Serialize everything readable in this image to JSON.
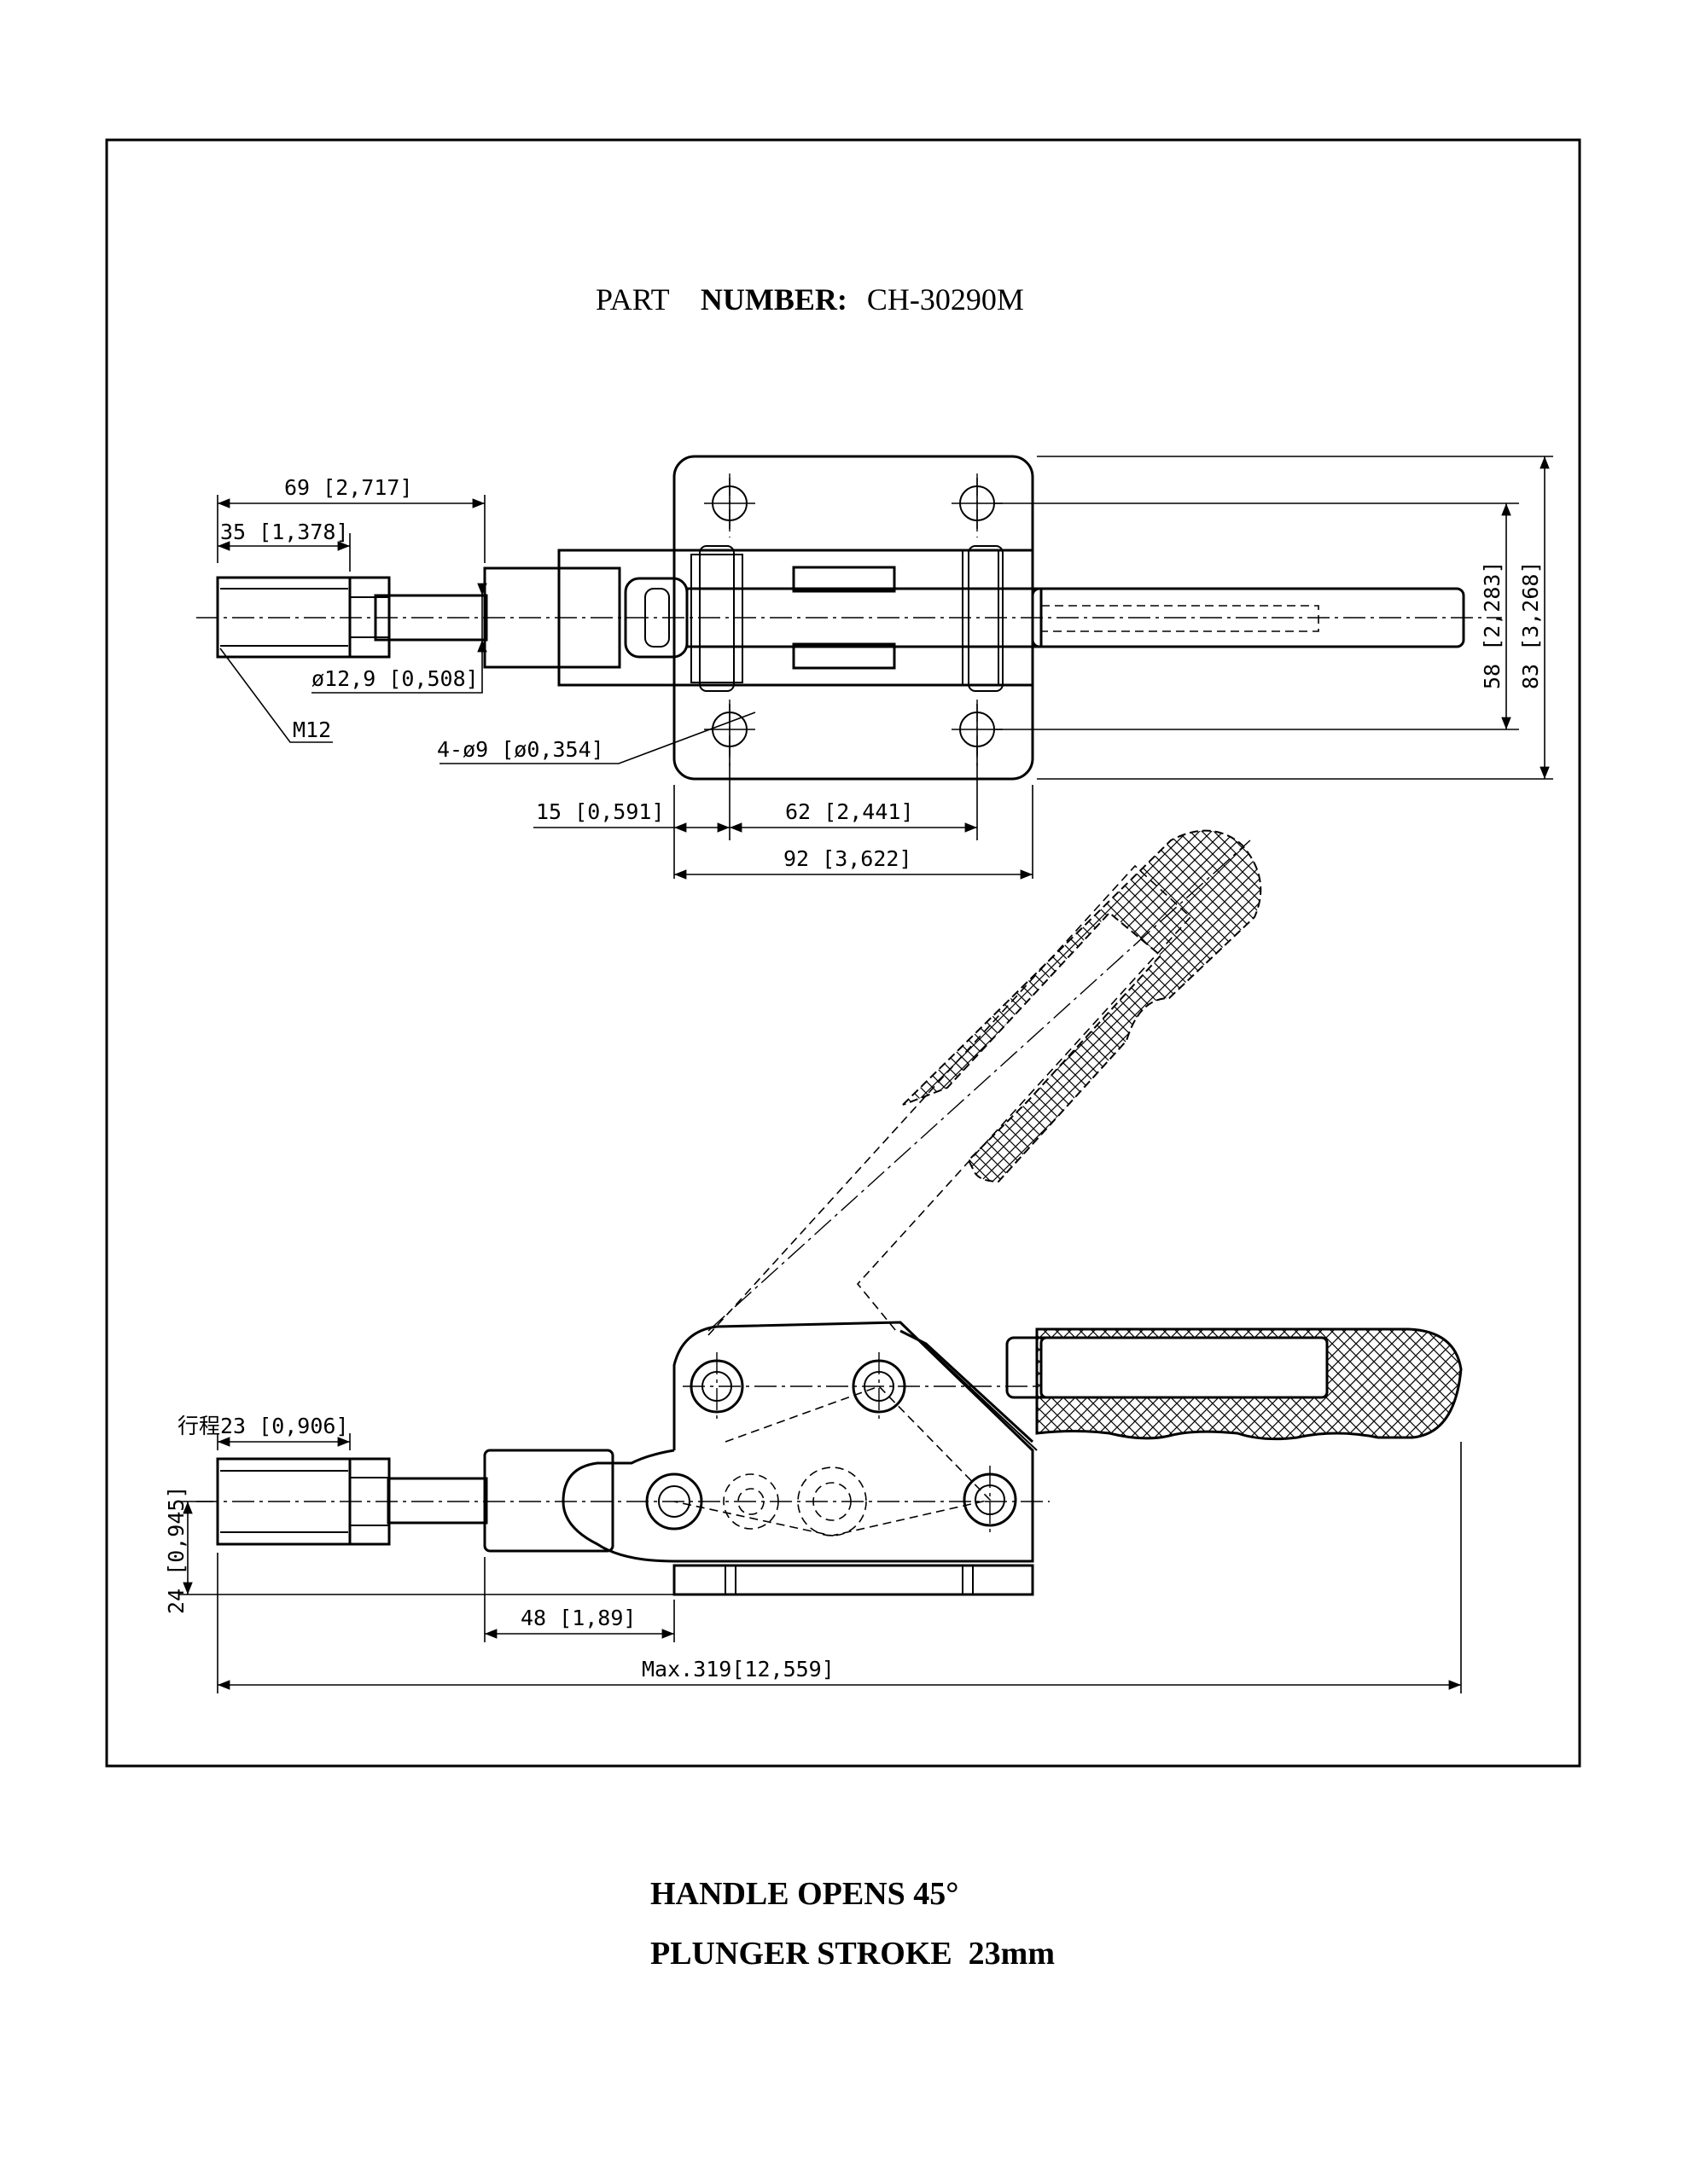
{
  "title": {
    "prefix": "PART",
    "bold": "NUMBER:",
    "value": "CH-30290M"
  },
  "top_view_dims": {
    "d69": "69 [2,717]",
    "d35": "35 [1,378]",
    "d12_9": "ø12,9 [0,508]",
    "thread": "M12",
    "holes": "4-ø9 [ø0,354]",
    "d15": "15 [0,591]",
    "d62": "62 [2,441]",
    "d92": "92 [3,622]",
    "d58": "58 [2,283]",
    "d83": "83 [3,268]"
  },
  "side_view_dims": {
    "stroke": "行程23 [0,906]",
    "d24": "24 [0,945]",
    "d48": "48 [1,89]",
    "max": "Max.319[12,559]"
  },
  "notes": {
    "handle": "HANDLE OPENS 45°",
    "plunger": "PLUNGER STROKE  23mm"
  }
}
